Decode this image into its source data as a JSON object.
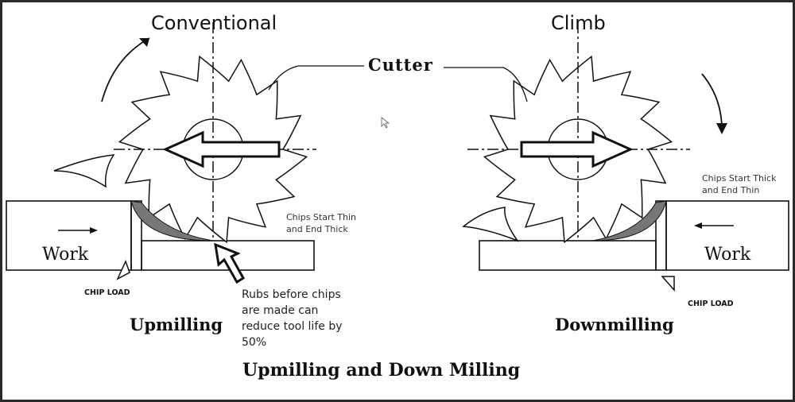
{
  "left": {
    "heading": "Conventional",
    "chips_note_1": "Chips Start Thin",
    "chips_note_2": "and End Thick",
    "work": "Work",
    "chip_load": "CHIP LOAD",
    "rub_note": [
      "Rubs before chips",
      "are made can",
      "reduce tool life by",
      "50%"
    ],
    "caption": "Upmilling"
  },
  "right": {
    "heading": "Climb",
    "chips_note_1": "Chips Start Thick",
    "chips_note_2": "and End Thin",
    "work": "Work",
    "chip_load": "CHIP LOAD",
    "caption": "Downmilling"
  },
  "cutter_label": "Cutter",
  "title": "Upmilling and Down Milling"
}
